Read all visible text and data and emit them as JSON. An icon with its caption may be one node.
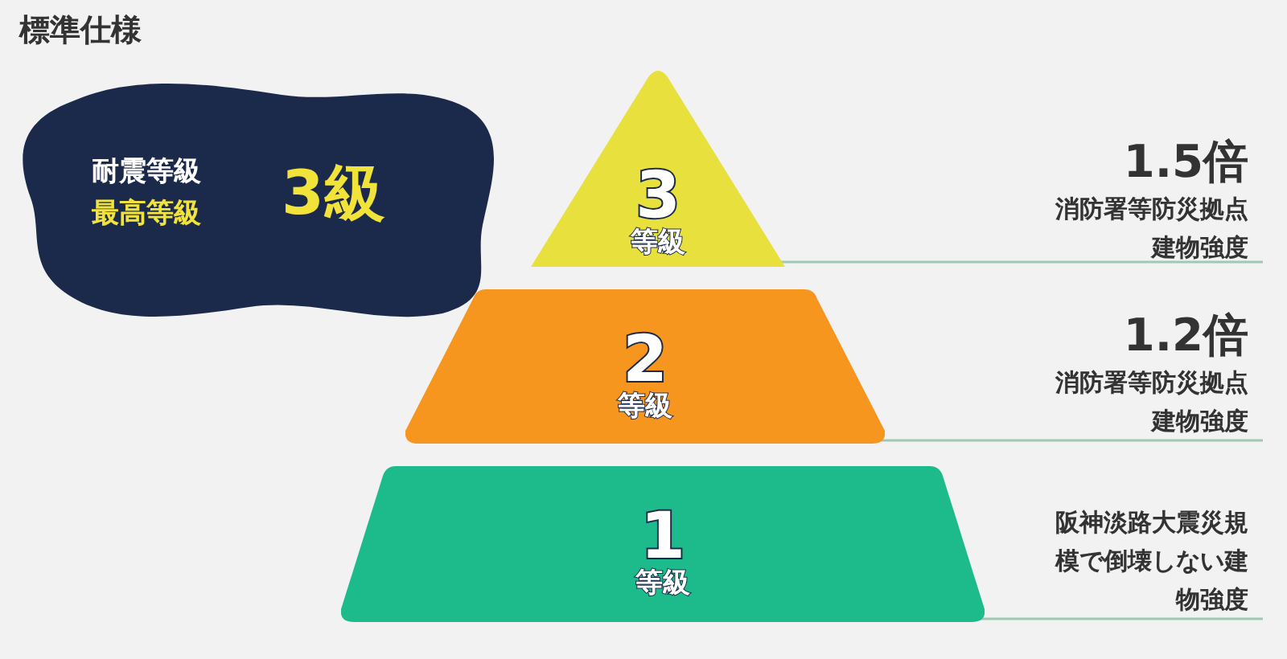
{
  "diagram": {
    "title": "標準仕様",
    "nodes": [
      {
        "text": [
          "耐震等級",
          "最高等級",
          "3級"
        ]
      },
      {
        "text": [
          "3",
          "等級"
        ],
        "beside": [
          "1.5倍",
          "消防署等防災拠点建物強度"
        ]
      },
      {
        "text": [
          "2",
          "等級"
        ],
        "beside": [
          "1.2倍",
          "消防署等防災拠点建物強度"
        ]
      },
      {
        "text": [
          "1",
          "等級"
        ],
        "beside": [
          "阪神淡路大震災規模で倒壊しない建物強度"
        ]
      }
    ]
  }
}
